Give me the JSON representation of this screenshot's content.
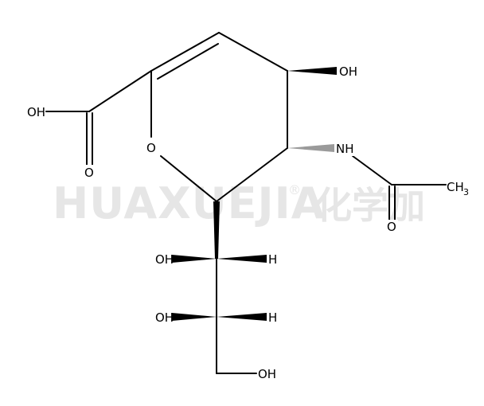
{
  "watermark": {
    "latin": "HUAXUEJIA",
    "registered": "®",
    "chinese": "化学加",
    "color": "#e6e6e6"
  },
  "labels": {
    "oh_ring": "OH",
    "nh": "NH",
    "ch3_main": "CH",
    "ch3_sub": "3",
    "acetyl_o": "O",
    "ring_o": "O",
    "acid_oh": "OH",
    "acid_o": "O",
    "chain_oh1": "OH",
    "chain_h1": "H",
    "chain_oh2": "OH",
    "chain_h2": "H",
    "chain_oh3": "OH"
  },
  "colors": {
    "bond": "#000000",
    "hashed_wedge": "#9a9a9a",
    "background": "#ffffff"
  }
}
